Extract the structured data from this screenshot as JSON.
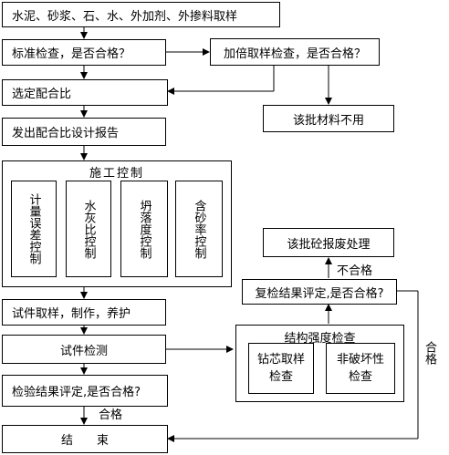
{
  "nodes": {
    "materials": "水泥、砂浆、石、水、外加剂、外掺料取样",
    "standard_check": "标准检查，是否合格？",
    "double_sampling": "加倍取样检查，是否合格？",
    "select_mix": "选定配合比",
    "batch_unusable": "该批材料不用",
    "issue_report": "发出配合比设计报告",
    "construction_control": "施工控制",
    "ctrl_metering": "计量误差控制",
    "ctrl_wcratio": "水灰比控制",
    "ctrl_slump": "坍落度控制",
    "ctrl_sand": "含砂率控制",
    "batch_scrap": "该批砼报废处理",
    "recheck": "复检结果评定,是否合格?",
    "specimen": "试件取样，制作，养护",
    "structural_check": "结构强度检查",
    "specimen_test": "试件检测",
    "core_sampling": "钻芯取样检查",
    "nondestructive": "非破坏性检查",
    "test_eval": "检验结果评定,是否合格?",
    "end": "结　　束"
  },
  "edge_labels": {
    "not_pass": "不合格",
    "pass_right": "合格",
    "pass_bottom": "合格"
  }
}
